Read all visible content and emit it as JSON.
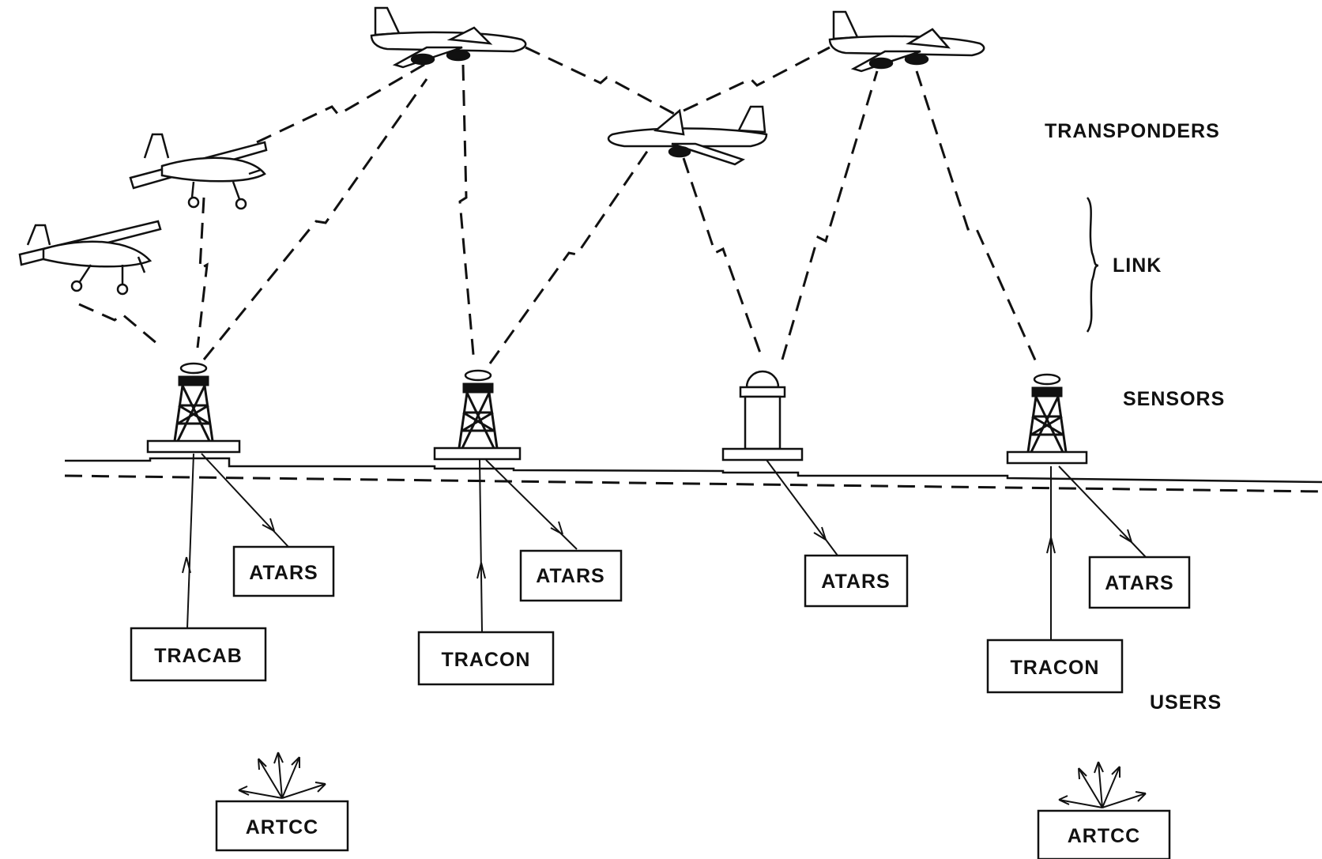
{
  "layer_labels": {
    "transponders": "TRANSPONDERS",
    "link": "LINK",
    "sensors": "SENSORS",
    "users": "USERS"
  },
  "user_boxes": {
    "atars_1": "ATARS",
    "atars_2": "ATARS",
    "atars_3": "ATARS",
    "atars_4": "ATARS",
    "tracab": "TRACAB",
    "tracon_1": "TRACON",
    "tracon_2": "TRACON",
    "artcc_1": "ARTCC",
    "artcc_2": "ARTCC"
  },
  "icons": {
    "aircraft": [
      "small-plane-icon",
      "small-plane-icon",
      "jet-plane-icon",
      "jet-plane-icon",
      "jet-plane-icon"
    ],
    "sensors": [
      "radar-tower-icon",
      "radar-tower-icon",
      "dome-sensor-icon",
      "radar-tower-icon"
    ],
    "broadcast": "broadcast-arrows-icon"
  },
  "colors": {
    "ink": "#111111",
    "background": "#ffffff"
  }
}
